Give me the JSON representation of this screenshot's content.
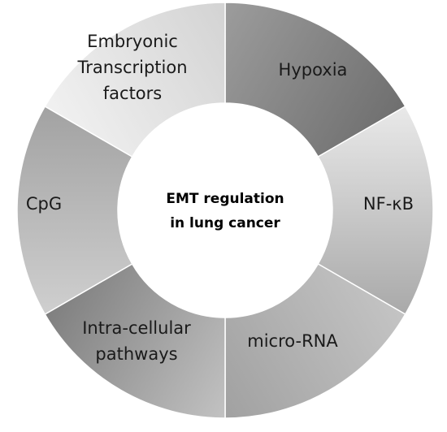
{
  "diagram": {
    "center": {
      "lines": [
        "EMT regulation",
        "in lung cancer"
      ]
    },
    "segments": [
      {
        "id": "hypoxia",
        "lines": [
          "Hypoxia"
        ],
        "color_light": "#9c9c9c",
        "color_dark": "#6f6f6f"
      },
      {
        "id": "nf-kb",
        "lines": [
          "NF-κB"
        ],
        "color_light": "#e9e9e9",
        "color_dark": "#a9a9a9"
      },
      {
        "id": "micro-rna",
        "lines": [
          "micro-RNA"
        ],
        "color_light": "#c4c4c4",
        "color_dark": "#a1a1a1"
      },
      {
        "id": "intra-cellular-pathways",
        "lines": [
          "Intra-cellular",
          "pathways"
        ],
        "color_light": "#c2c2c2",
        "color_dark": "#7f7f7f"
      },
      {
        "id": "cpg",
        "lines": [
          "CpG"
        ],
        "color_light": "#cfcfcf",
        "color_dark": "#a2a2a2"
      },
      {
        "id": "embryonic-transcription-factors",
        "lines": [
          "Embryonic",
          "Transcription",
          "factors"
        ],
        "color_light": "#f1f1f1",
        "color_dark": "#d3d3d3"
      }
    ]
  }
}
